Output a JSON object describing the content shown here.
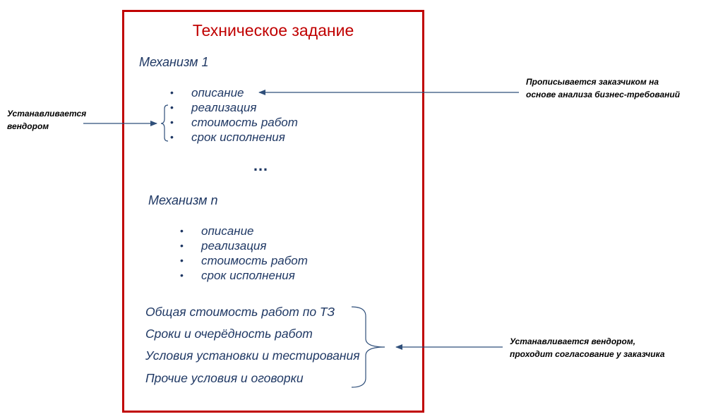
{
  "colors": {
    "frame": "#c00000",
    "title": "#c00000",
    "text": "#1f3864",
    "arrow": "#2f4f7a",
    "note": "#000000"
  },
  "document": {
    "title": "Техническое задание",
    "mechanism_1": {
      "heading": "Механизм 1",
      "items": [
        "описание",
        "реализация",
        "стоимость работ",
        "срок исполнения"
      ]
    },
    "ellipsis": "…",
    "mechanism_n": {
      "heading": "Механизм n",
      "items": [
        "описание",
        "реализация",
        "стоимость работ",
        "срок исполнения"
      ]
    },
    "summary": [
      "Общая стоимость работ по ТЗ",
      "Сроки и очерёдность работ",
      "Условия установки и тестирования",
      "Прочие условия и оговорки"
    ]
  },
  "annotations": {
    "vendor_left": {
      "lines": [
        "Устанавливается",
        "вендором"
      ]
    },
    "customer_right": {
      "lines": [
        "Прописывается заказчиком на",
        "основе анализа бизнес-требований"
      ]
    },
    "vendor_agreement": {
      "lines": [
        "Устанавливается вендором,",
        "проходит согласование у заказчика"
      ]
    }
  }
}
